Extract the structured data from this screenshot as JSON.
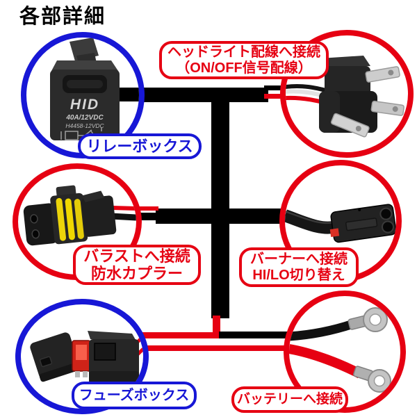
{
  "title": "各部詳細",
  "palette": {
    "red": "#e60012",
    "blue": "#1717d6",
    "black": "#000000",
    "wire_red": "#e60012"
  },
  "sections": {
    "relay": {
      "label": "リレーボックス",
      "ring_color": "blue",
      "markings": {
        "brand": "HID",
        "spec": "40A/12VDC",
        "model": "H4458-12VDC"
      }
    },
    "headlight": {
      "label_line1": "ヘッドライト配線へ接続",
      "label_line2": "（ON/OFF信号配線）",
      "ring_color": "red"
    },
    "ballast": {
      "label_line1": "バラストへ接続",
      "label_line2": "防水カプラー",
      "ring_color": "red"
    },
    "burner": {
      "label_line1": "バーナーへ接続",
      "label_line2": "HI/LO切り替え",
      "ring_color": "red"
    },
    "fuse": {
      "label": "フューズボックス",
      "ring_color": "blue"
    },
    "battery": {
      "label": "バッテリーへ接続",
      "ring_color": "red"
    }
  }
}
